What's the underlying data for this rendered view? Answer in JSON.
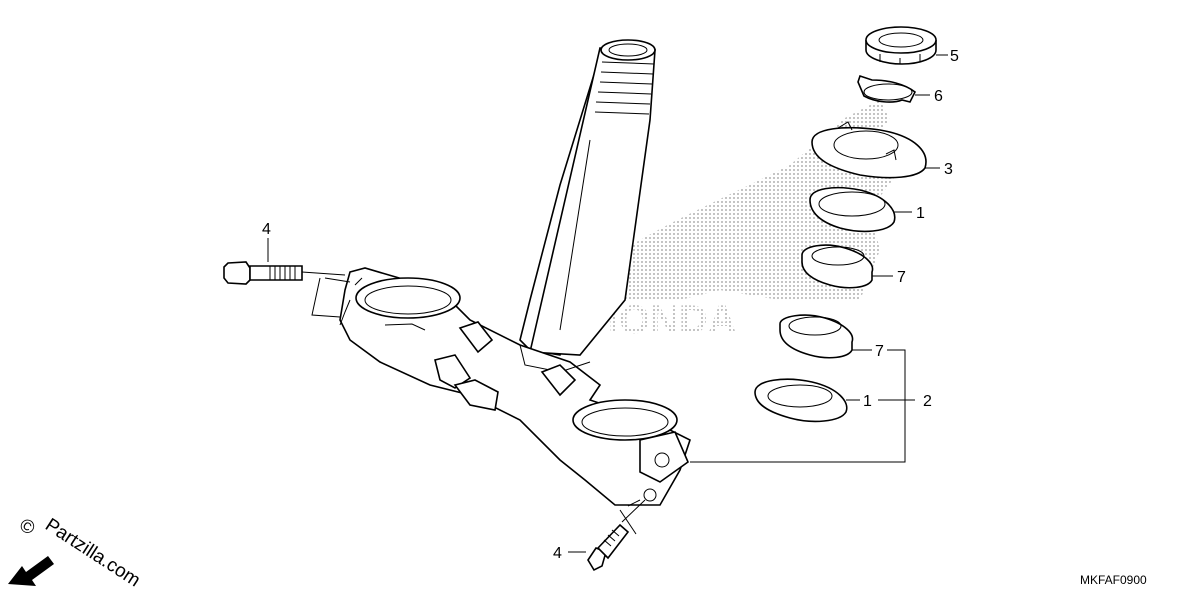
{
  "diagram": {
    "callouts": {
      "nut": "5",
      "lock_washer": "6",
      "adjusting_nut": "3",
      "race_upper": "1",
      "bearing_upper": "7",
      "bearing_lower": "7",
      "race_lower": "1",
      "bearing_kit": "2",
      "bolt_upper": "4",
      "bolt_lower": "4"
    },
    "figure_code": "MKFAF0900",
    "watermark": {
      "symbol": "©",
      "text": "Partzilla.com"
    },
    "background_logo": "HONDA",
    "colors": {
      "line": "#000000",
      "dots": "#9a9a9a",
      "background": "#ffffff"
    }
  }
}
